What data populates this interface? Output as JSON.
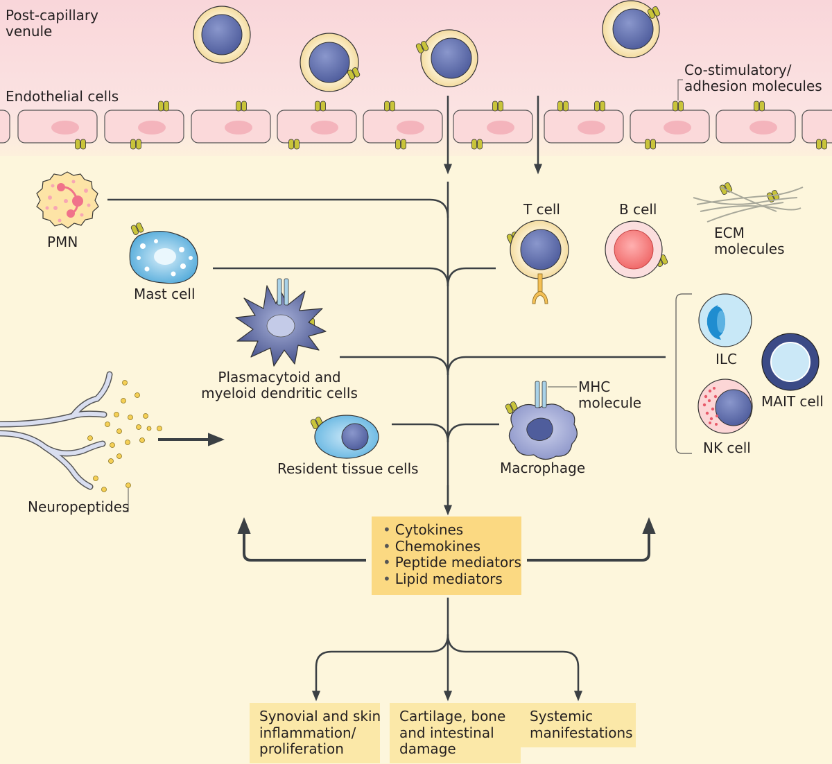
{
  "labels": {
    "venule": [
      "Post-capillary",
      "venule"
    ],
    "endothelial": "Endothelial cells",
    "costim": [
      "Co-stimulatory/",
      "adhesion molecules"
    ],
    "pmn": "PMN",
    "mast": "Mast cell",
    "tcell": "T cell",
    "bcell": "B cell",
    "ecm": [
      "ECM",
      "molecules"
    ],
    "dc": [
      "Plasmacytoid and",
      "myeloid dendritic cells"
    ],
    "resident": "Resident tissue cells",
    "macrophage": "Macrophage",
    "mhc": [
      "MHC",
      "molecule"
    ],
    "ilc": "ILC",
    "mait": "MAIT cell",
    "nk": "NK cell",
    "neuropeptides": "Neuropeptides"
  },
  "mediators": [
    "Cytokines",
    "Chemokines",
    "Peptide mediators",
    "Lipid mediators"
  ],
  "outcomes": [
    [
      "Synovial and skin",
      "inflammation/",
      "proliferation"
    ],
    [
      "Cartilage, bone",
      "and intestinal",
      "damage"
    ],
    [
      "Systemic",
      "manifestations"
    ]
  ],
  "colors": {
    "vessel": "#f9dde0",
    "tissue": "#fdf6dc",
    "endothelial_cell": "#fbd9da",
    "nucleus": "#5b6aa8",
    "adhesion_molecule": "#c9c43a",
    "mediator_box": "#fbd982",
    "outcome_box": "#fbe8a8",
    "arrow": "#3b4044"
  }
}
